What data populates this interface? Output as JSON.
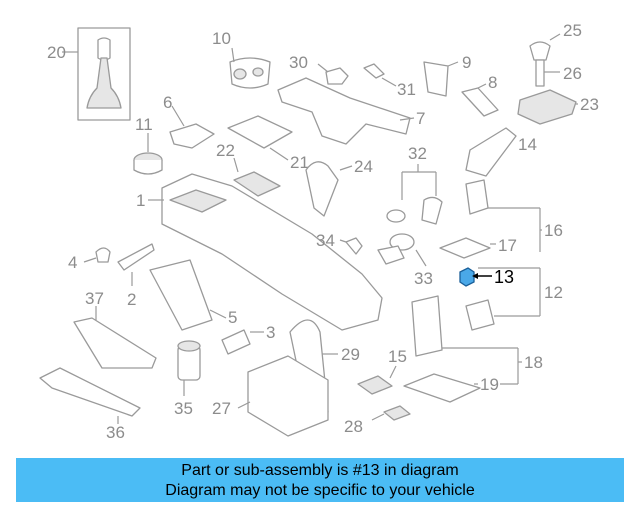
{
  "colors": {
    "banner_bg": "#4bbcf5",
    "highlight_part": "#4aa8e8",
    "line_gray": "#9a9a9a",
    "text_gray": "#8c8c8c"
  },
  "highlighted_part": "13",
  "labels": {
    "p1": "1",
    "p2": "2",
    "p3": "3",
    "p4": "4",
    "p5": "5",
    "p6": "6",
    "p7": "7",
    "p8": "8",
    "p9": "9",
    "p10": "10",
    "p11": "11",
    "p12": "12",
    "p13": "13",
    "p14": "14",
    "p15": "15",
    "p16": "16",
    "p17": "17",
    "p18": "18",
    "p19": "19",
    "p20": "20",
    "p21": "21",
    "p22": "22",
    "p23": "23",
    "p24": "24",
    "p25": "25",
    "p26": "26",
    "p27": "27",
    "p28": "28",
    "p29": "29",
    "p30": "30",
    "p31": "31",
    "p32": "32",
    "p33": "33",
    "p34": "34",
    "p35": "35",
    "p36": "36",
    "p37": "37"
  },
  "banner": {
    "line1": "Part or sub-assembly is #13 in diagram",
    "line2": "Diagram may not be specific to your vehicle"
  }
}
